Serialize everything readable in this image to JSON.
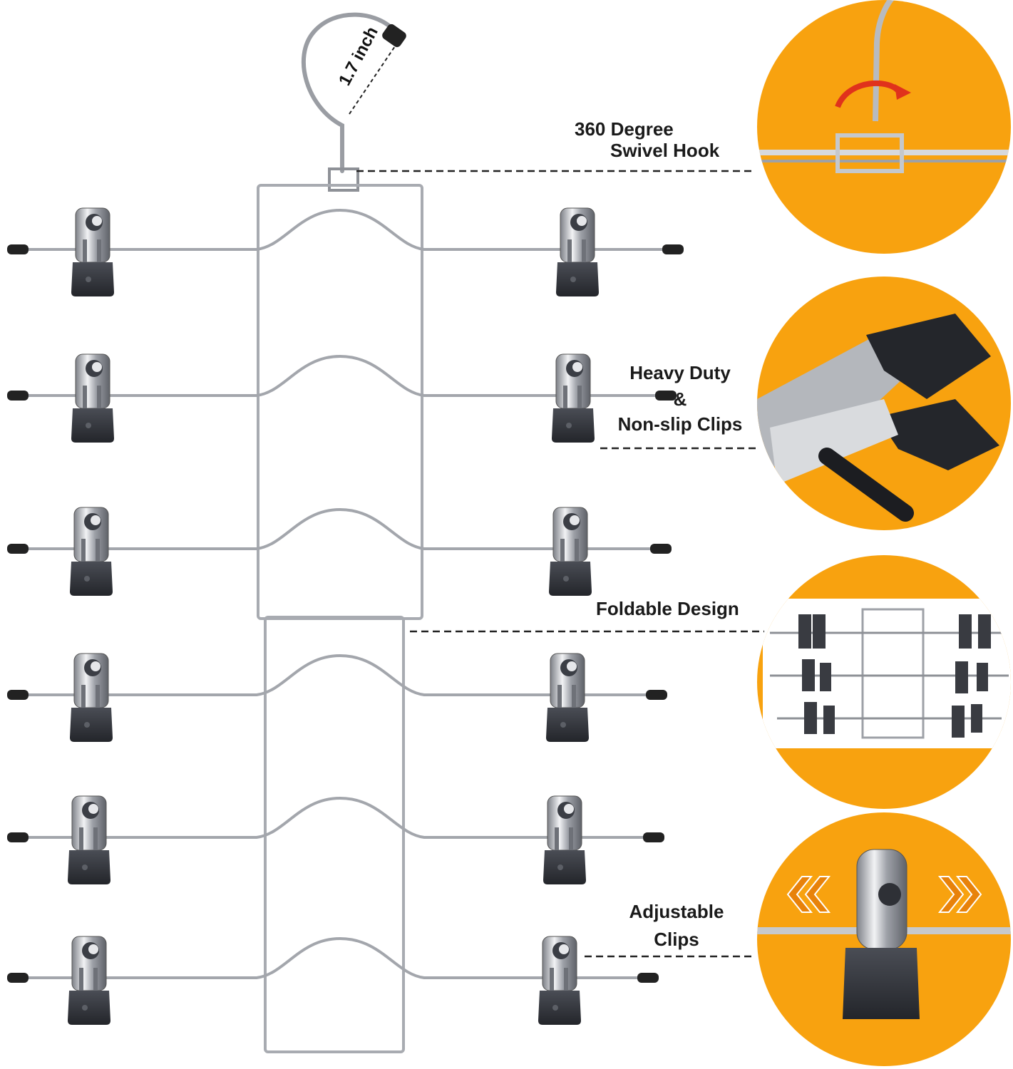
{
  "features": [
    {
      "id": "hook",
      "line1": "360 Degree",
      "line2": "Swivel Hook"
    },
    {
      "id": "clips",
      "line1": "Heavy Duty",
      "line2": "&",
      "line3": "Non-slip Clips"
    },
    {
      "id": "fold",
      "line1": "Foldable Design"
    },
    {
      "id": "adjust",
      "line1": "Adjustable",
      "line2": "Clips"
    }
  ],
  "measurement": "1.7 inch",
  "colors": {
    "accent_orange": "#F8A20F",
    "chrome": "#b9bcc1",
    "clip_black": "#2b2d33",
    "arrow_red": "#e0321c"
  }
}
